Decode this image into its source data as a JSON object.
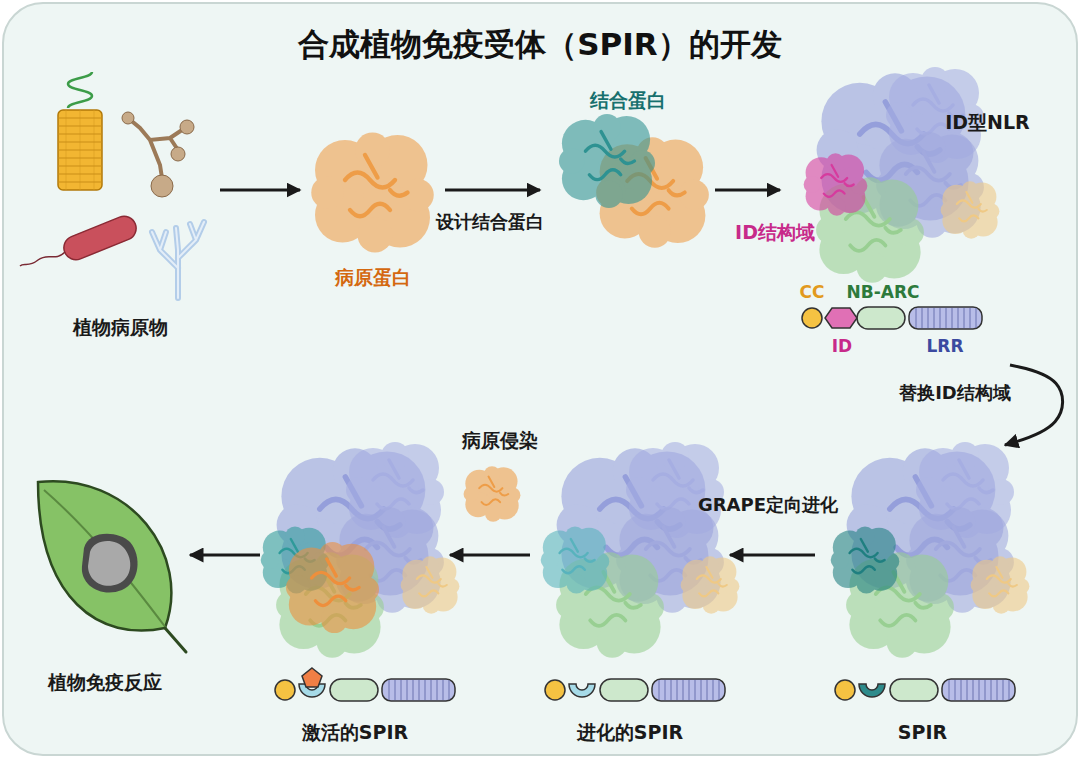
{
  "diagram": {
    "title": "合成植物免疫受体（SPIR）的开发",
    "nodes": [
      {
        "text": [
          "植物病原物"
        ]
      },
      {
        "text": [
          "病原蛋白"
        ]
      },
      {
        "text": [
          "结合蛋白"
        ]
      },
      {
        "text": [
          "ID型NLR",
          "ID结构域"
        ]
      },
      {
        "text": [
          "SPIR"
        ]
      },
      {
        "text": [
          "进化的SPIR"
        ]
      },
      {
        "text": [
          "激活的SPIR"
        ]
      },
      {
        "text": [
          "植物免疫反应"
        ]
      },
      {
        "text": [
          "病原侵染"
        ]
      }
    ],
    "edges": [
      {
        "from": 0,
        "to": 1,
        "arrow": "to"
      },
      {
        "from": 1,
        "to": 2,
        "arrow": "to",
        "label": "设计结合蛋白"
      },
      {
        "from": 2,
        "to": 3,
        "arrow": "to"
      },
      {
        "from": 3,
        "to": 4,
        "arrow": "to",
        "label": "替换ID结构域"
      },
      {
        "from": 4,
        "to": 5,
        "arrow": "to",
        "label": "GRAPE定向进化"
      },
      {
        "from": 5,
        "to": 6,
        "arrow": "to"
      },
      {
        "from": 6,
        "to": 7,
        "arrow": "to"
      }
    ],
    "labels": [
      "CC",
      "NB-ARC",
      "ID",
      "LRR"
    ]
  }
}
